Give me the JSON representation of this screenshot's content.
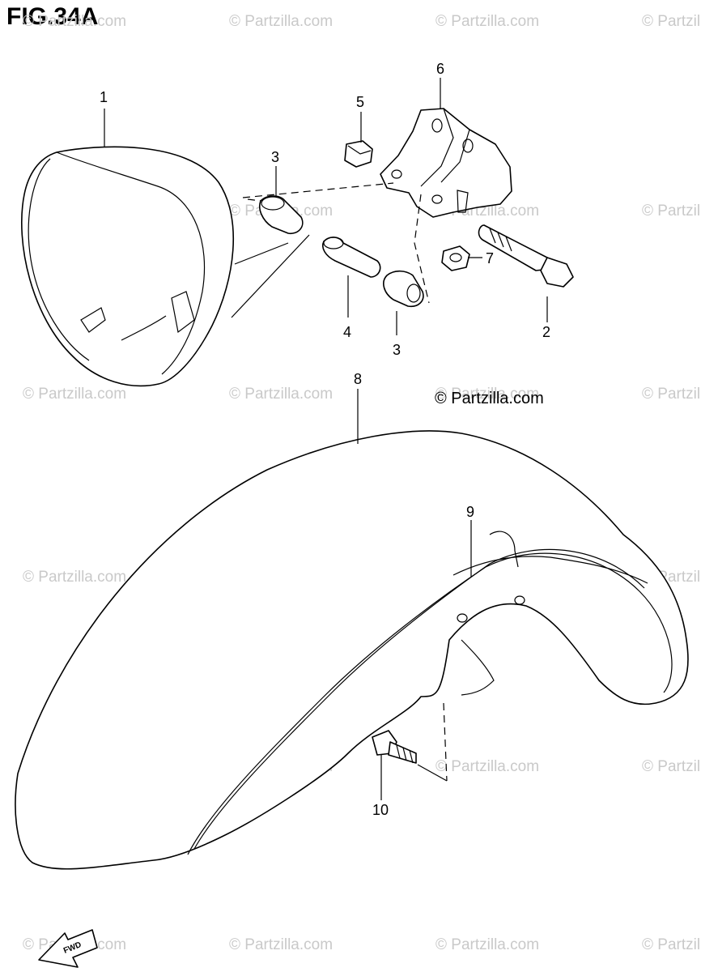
{
  "figure": {
    "title": "FIG.34A",
    "copyright": "© Partzilla.com",
    "watermark": "© Partzilla.com",
    "fwd_label": "FWD"
  },
  "callouts": [
    {
      "id": "headlight-housing",
      "number": "1"
    },
    {
      "id": "bolt",
      "number": "2"
    },
    {
      "id": "collar-upper",
      "number": "3"
    },
    {
      "id": "spacer",
      "number": "4"
    },
    {
      "id": "collar-lower",
      "number": "3"
    },
    {
      "id": "nut-upper",
      "number": "5"
    },
    {
      "id": "bracket",
      "number": "6"
    },
    {
      "id": "nut-lower",
      "number": "7"
    },
    {
      "id": "front-fender",
      "number": "8"
    },
    {
      "id": "fender-trim",
      "number": "9"
    },
    {
      "id": "fender-bolt",
      "number": "10"
    }
  ]
}
